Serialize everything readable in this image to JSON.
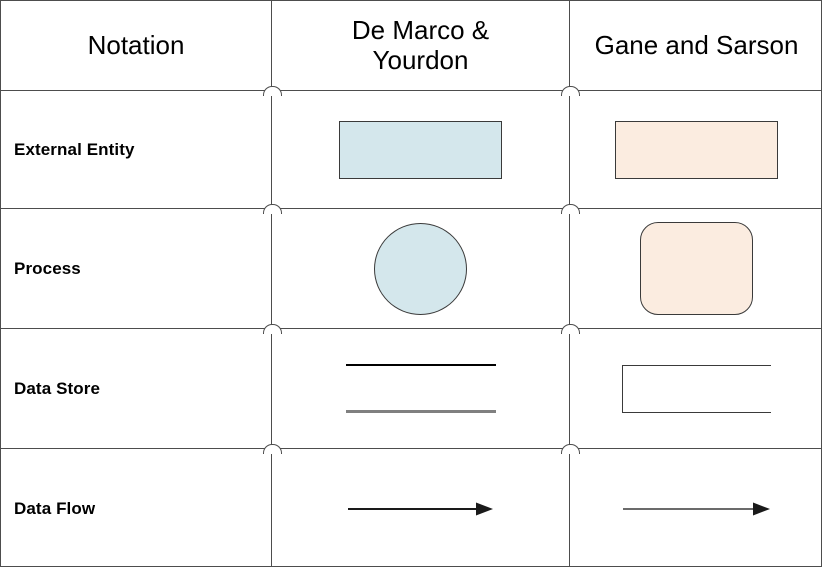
{
  "table": {
    "columns": [
      {
        "id": "notation",
        "header": "Notation"
      },
      {
        "id": "demarco",
        "header": "De Marco &\nYourdon"
      },
      {
        "id": "gane",
        "header": "Gane and Sarson"
      }
    ],
    "rows": [
      {
        "label": "External Entity",
        "demarco_symbol": "rectangle",
        "gane_symbol": "rectangle"
      },
      {
        "label": "Process",
        "demarco_symbol": "circle",
        "gane_symbol": "rounded-rectangle"
      },
      {
        "label": "Data Store",
        "demarco_symbol": "two-parallel-lines",
        "gane_symbol": "open-ended-rectangle"
      },
      {
        "label": "Data Flow",
        "demarco_symbol": "arrow",
        "gane_symbol": "arrow"
      }
    ]
  },
  "colors": {
    "demarco_fill": "#d4e7ec",
    "gane_fill": "#fbece0",
    "shape_stroke": "#3a3a3a",
    "grid_line": "#4d4d4d",
    "background": "#ffffff",
    "arrow_demarco": "#1a1a1a",
    "arrow_gane": "#6b6b6b",
    "datastore_line_top": "#000000",
    "datastore_line_bottom": "#808080"
  }
}
